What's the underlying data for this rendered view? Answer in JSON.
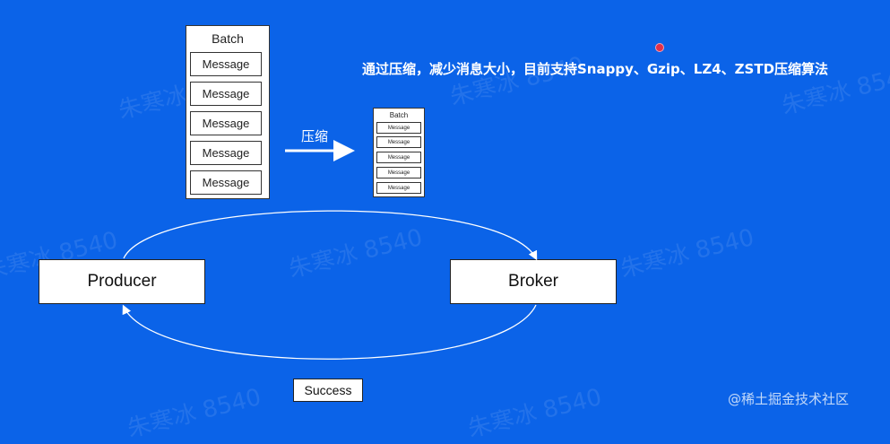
{
  "watermark_text": "朱寒冰 8540",
  "batch_original": {
    "title": "Batch",
    "messages": [
      "Message",
      "Message",
      "Message",
      "Message",
      "Message"
    ]
  },
  "compress_label": "压缩",
  "batch_compressed": {
    "title": "Batch",
    "messages": [
      "Message",
      "Message",
      "Message",
      "Message",
      "Message"
    ]
  },
  "note": "通过压缩，减少消息大小，目前支持Snappy、Gzip、LZ4、ZSTD压缩算法",
  "producer_label": "Producer",
  "broker_label": "Broker",
  "success_label": "Success",
  "credit": "@稀土掘金技术社区",
  "colors": {
    "background": "#0b63e8",
    "box": "#ffffff",
    "arrow": "#ffffff"
  }
}
